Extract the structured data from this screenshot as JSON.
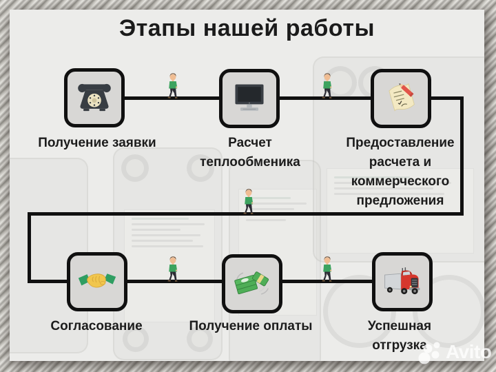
{
  "title": "Этапы нашей работы",
  "steps": [
    {
      "label": "Получение заявки",
      "icon": "rotary-phone-icon"
    },
    {
      "label": "Расчет теплообменика",
      "icon": "computer-monitor-icon"
    },
    {
      "label": "Предоставление расчета и коммерческого предложения",
      "icon": "document-pencil-icon"
    },
    {
      "label": "Согласование",
      "icon": "handshake-icon"
    },
    {
      "label": "Получение оплаты",
      "icon": "money-icon"
    },
    {
      "label": "Успешная отгрузка",
      "icon": "truck-icon"
    }
  ],
  "watermark": {
    "label": "Avito"
  },
  "colors": {
    "frame_metal": "#b9b7b1",
    "canvas_background": "#ececea",
    "box_fill": "#d8d7d5",
    "flow_line": "#101010",
    "person_shirt_green": "#3da35f",
    "phone_dark": "#383d43",
    "paper_cream": "#f3e9c3",
    "pencil_red": "#e25549",
    "handshake_yellow": "#f1c64d",
    "cuff_green": "#2f9e62",
    "money_green": "#4fae57",
    "truck_red": "#d6372d",
    "watermark_white": "#ffffff"
  }
}
